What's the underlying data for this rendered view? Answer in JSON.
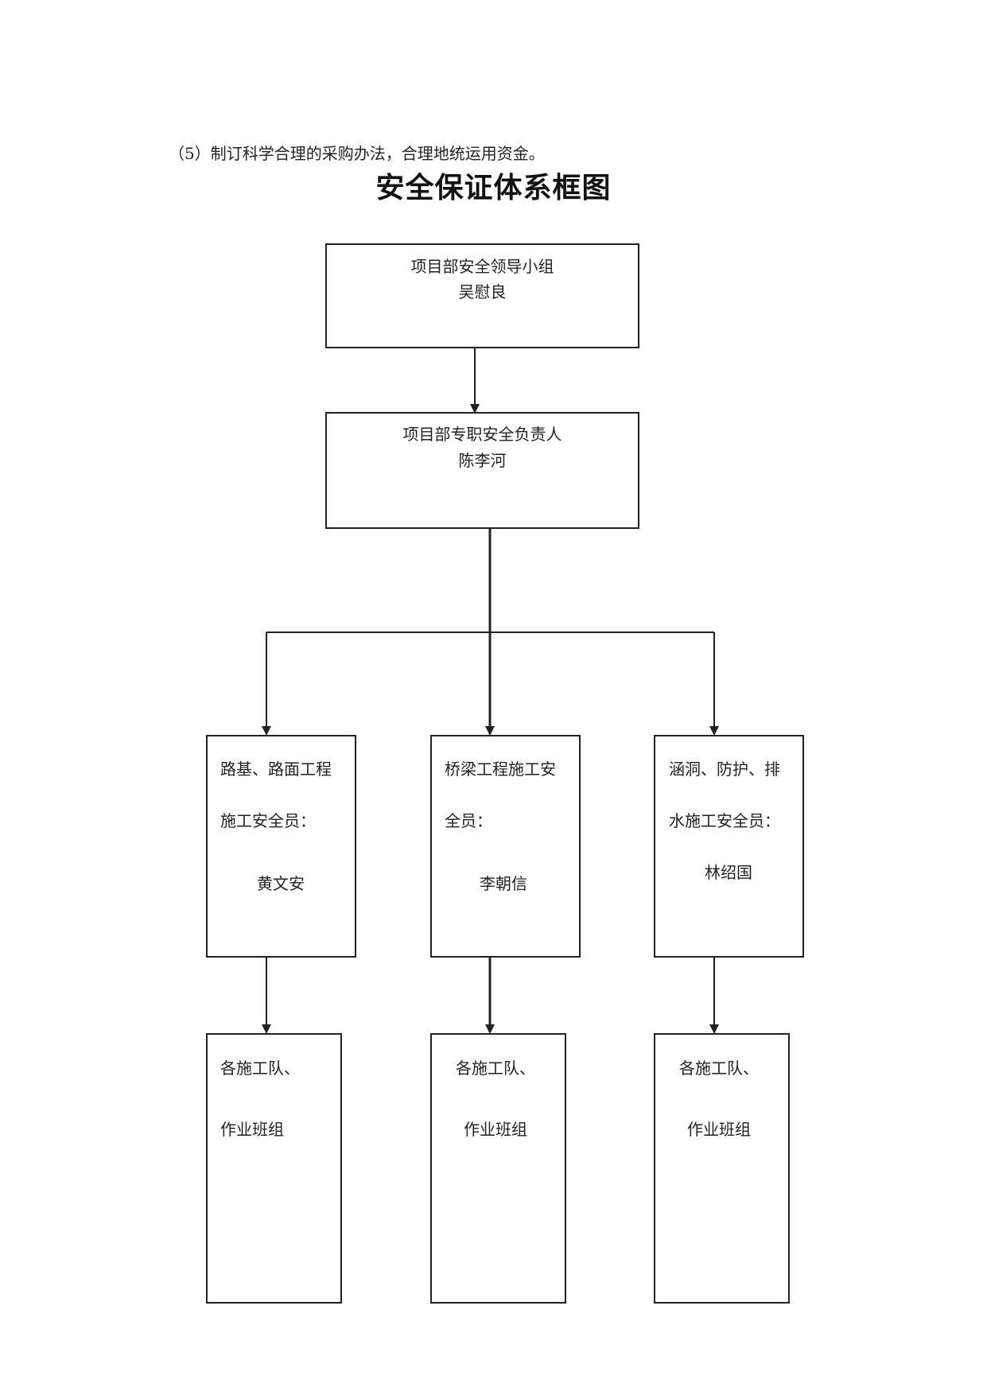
{
  "intro_text": "（5）制订科学合理的采购办法，合理地统运用资金。",
  "title": "安全保证体系框图",
  "leader_box": {
    "title": "项目部安全领导小组",
    "name": "吴慰良"
  },
  "manager_box": {
    "title": "项目部专职安全负责人",
    "name": "陈李河"
  },
  "officers": [
    {
      "line1": "路基、路面工程",
      "line2": "施工安全员：",
      "name": "黄文安"
    },
    {
      "line1": "桥梁工程施工安",
      "line2": "全员：",
      "name": "李朝信"
    },
    {
      "line1": "涵洞、防护、排",
      "line2": "水施工安全员：",
      "name": "林绍国"
    }
  ],
  "teams": [
    {
      "line1": "各施工队、",
      "line2": "作业班组"
    },
    {
      "line1": "各施工队、",
      "line2": "作业班组"
    },
    {
      "line1": "各施工队、",
      "line2": "作业班组"
    }
  ]
}
